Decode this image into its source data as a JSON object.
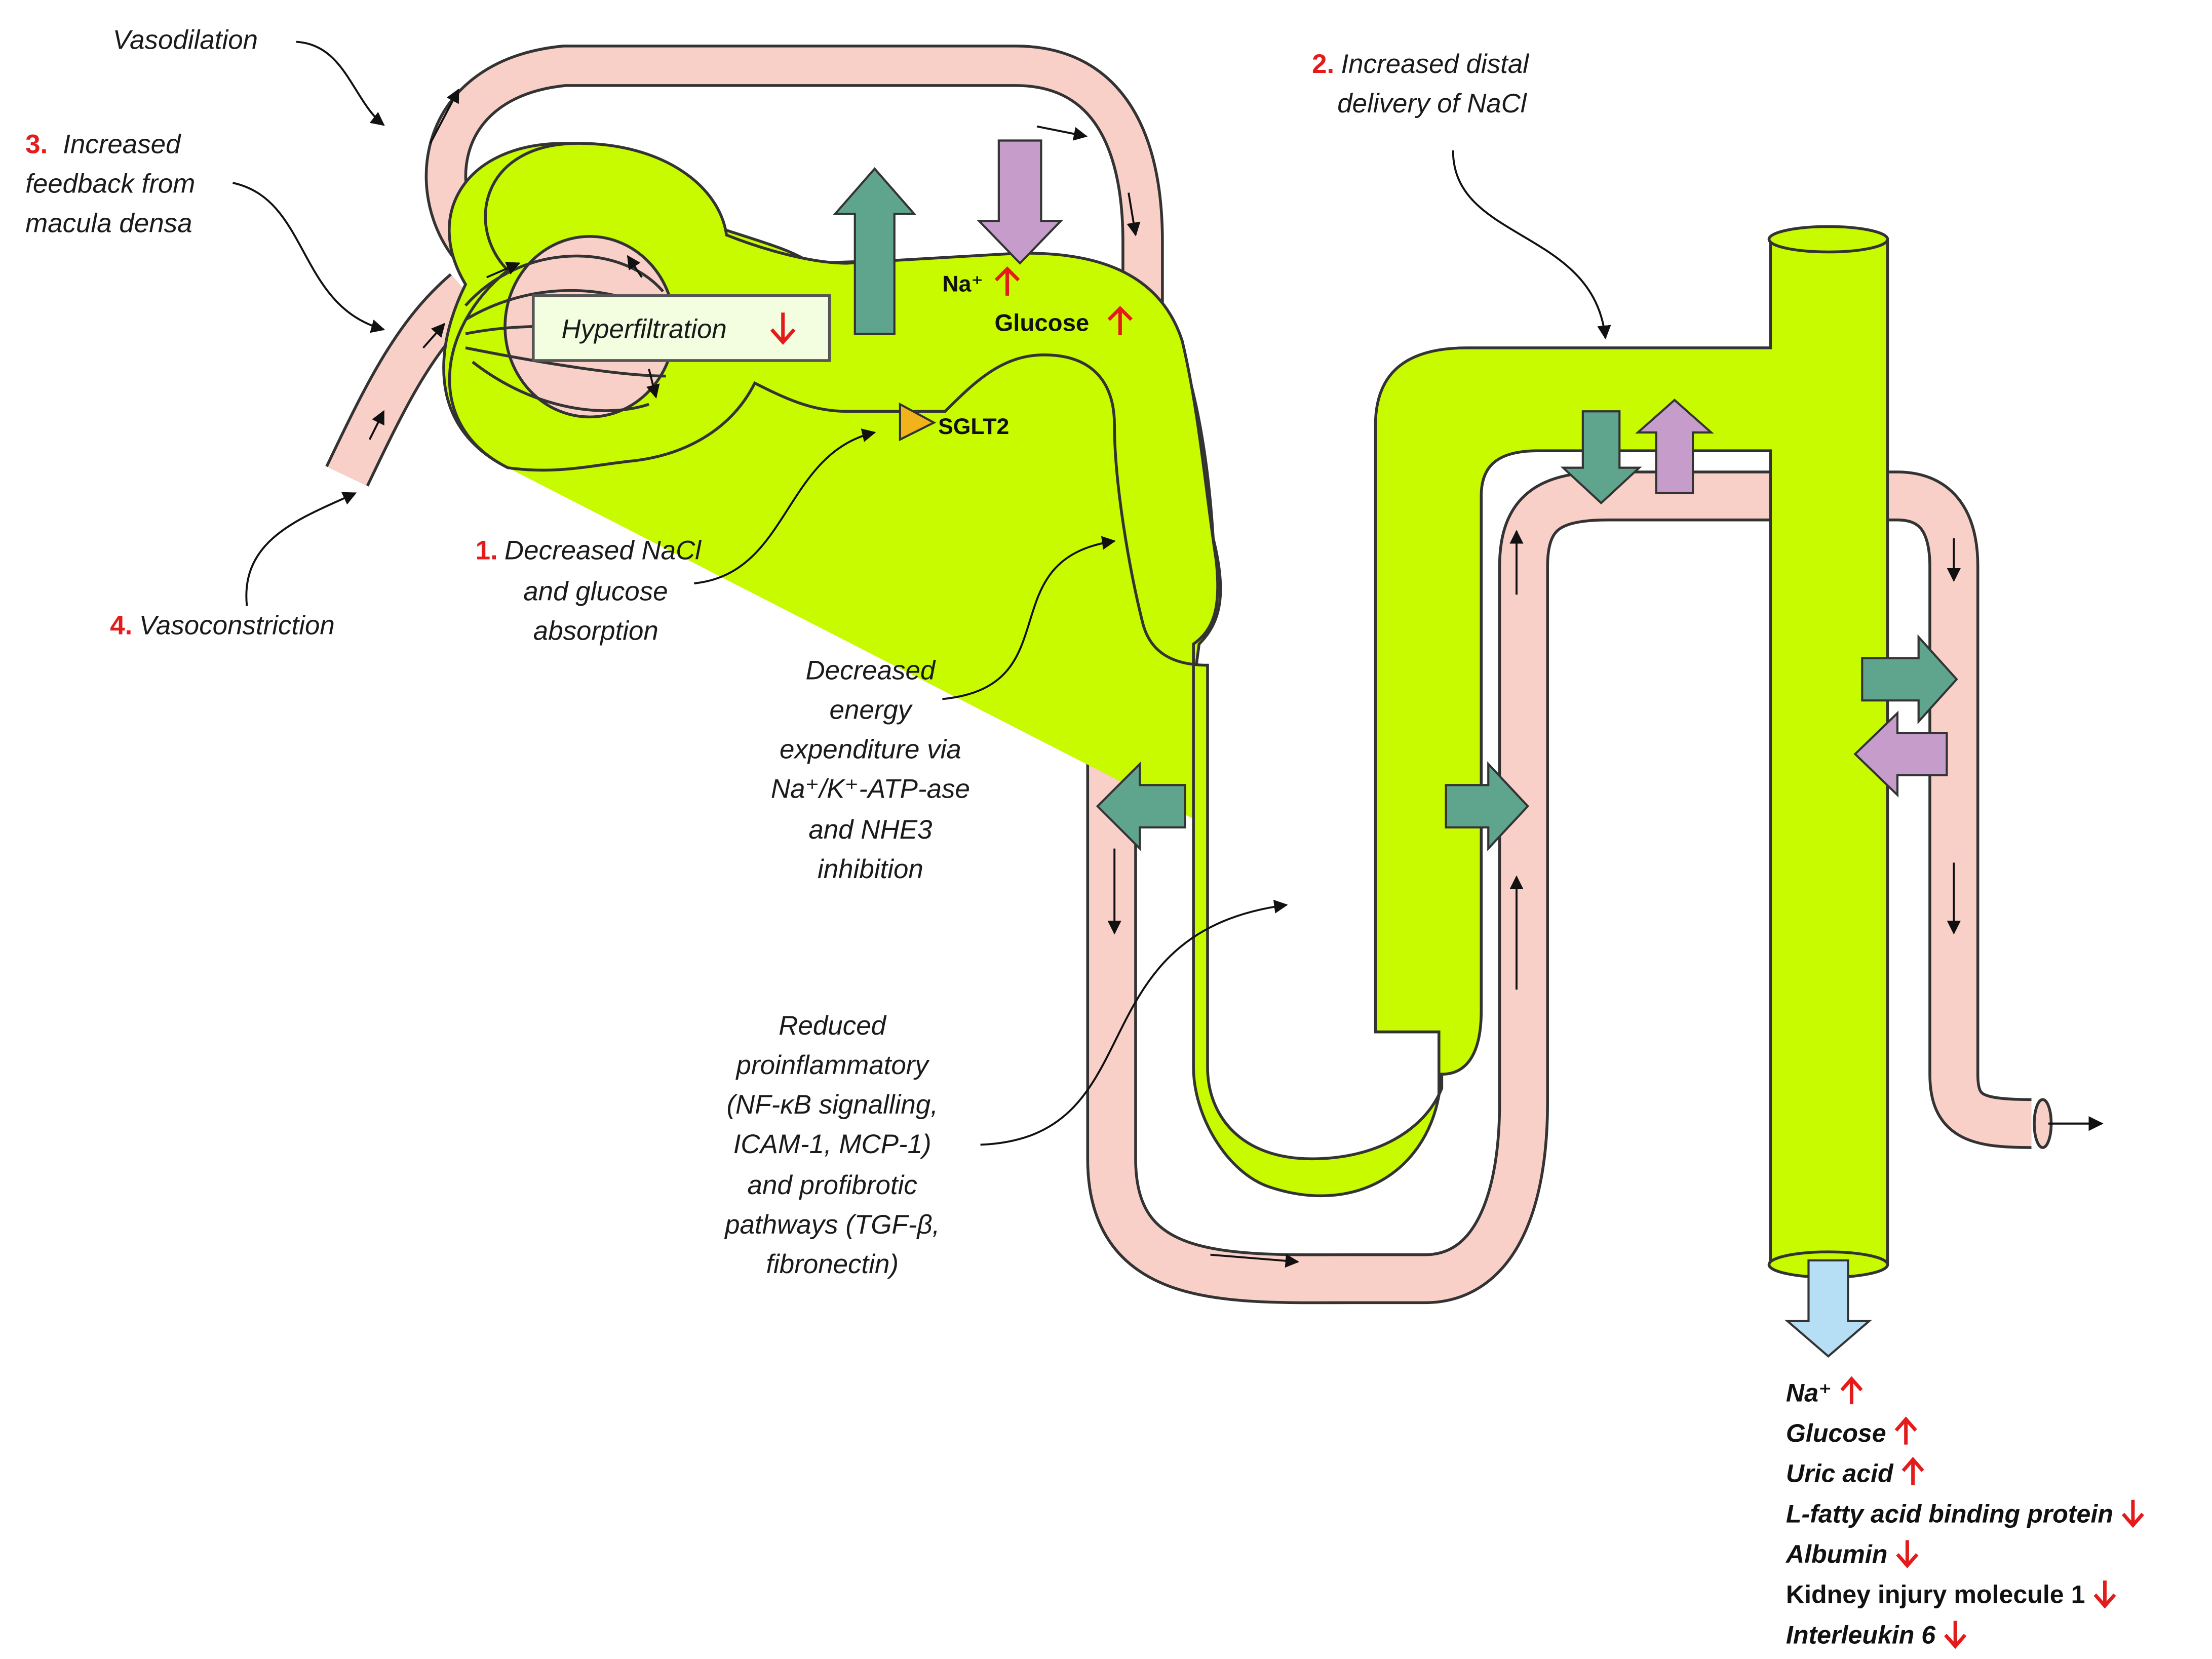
{
  "labels": {
    "vasodilation": "Vasodilation",
    "increased_feedback": {
      "num": "3.",
      "line1": "Increased",
      "line2": "feedback from",
      "line3": "macula densa"
    },
    "vasoconstriction": {
      "num": "4.",
      "text": "Vasoconstriction"
    },
    "decreased_nacl": {
      "num": "1.",
      "line1": "Decreased NaCl",
      "line2": "and glucose",
      "line3": "absorption"
    },
    "increased_distal": {
      "num": "2.",
      "line1": "Increased distal",
      "line2": "delivery of NaCl"
    },
    "hyperfiltration": "Hyperfiltration",
    "na_plus": "Na⁺",
    "glucose": "Glucose",
    "sglt2": "SGLT2",
    "energy": [
      "Decreased",
      "energy",
      "expenditure via",
      "Na⁺/K⁺-ATP-ase",
      "and NHE3",
      "inhibition"
    ],
    "inflammation": [
      "Reduced",
      "proinflammatory",
      "(NF-κB signalling,",
      "ICAM-1, MCP-1)",
      "and profibrotic",
      "pathways (TGF-β,",
      "fibronectin)"
    ]
  },
  "urine_markers": [
    {
      "label": "Na⁺",
      "direction": "up"
    },
    {
      "label": "Glucose",
      "direction": "up"
    },
    {
      "label": "Uric acid",
      "direction": "up"
    },
    {
      "label": "L-fatty acid binding protein",
      "direction": "down"
    },
    {
      "label": "Albumin",
      "direction": "down"
    },
    {
      "label": "Kidney injury molecule 1",
      "direction": "down"
    },
    {
      "label": "Interleukin 6",
      "direction": "down"
    }
  ],
  "colors": {
    "tubule": "#c8fa00",
    "vessel": "#f8d0c8",
    "outline": "#333333",
    "teal_arrow": "#5fa58d",
    "purple_arrow": "#c69ccb",
    "blue_arrow": "#b6dff5",
    "red_arrow": "#e31b1b",
    "sglt2": "#f2b21c"
  }
}
